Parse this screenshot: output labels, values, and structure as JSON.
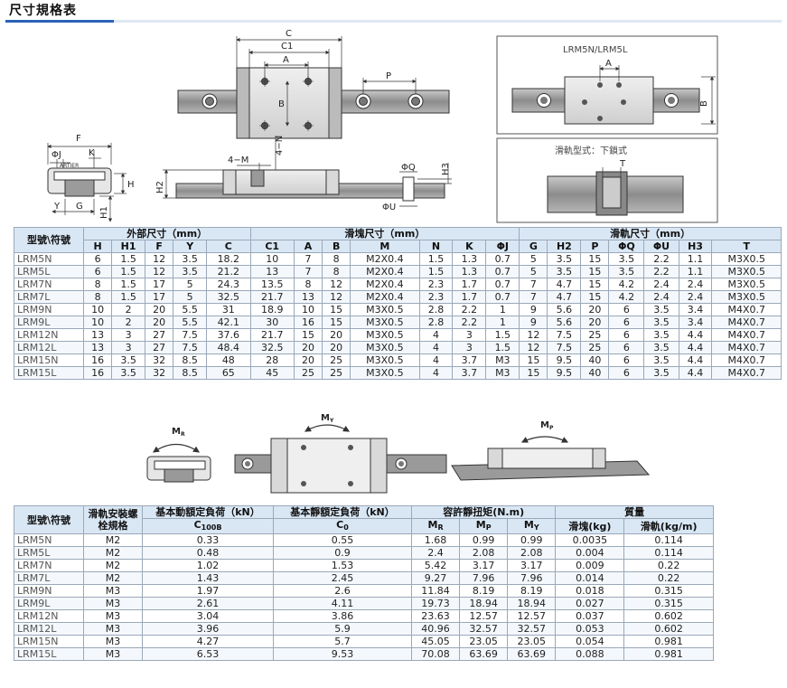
{
  "title": "尺寸規格表",
  "diagram": {
    "labels": {
      "c": "C",
      "c1": "C1",
      "a": "A",
      "p": "P",
      "b": "B",
      "f": "F",
      "phi_j": "ΦJ",
      "k": "K",
      "h": "H",
      "y": "Y",
      "g": "G",
      "h1": "H1",
      "four_m": "4−M",
      "four_n": "4−N",
      "h2": "H2",
      "phi_q": "ΦQ",
      "phi_u": "ΦU",
      "h3": "H3",
      "block_logo": "ARTIER",
      "variant_title": "LRM5N/LRM5L",
      "variant_a": "A",
      "variant_b": "B",
      "rail_type_title": "滑軌型式：下鎖式",
      "t": "T",
      "mr": "M",
      "mr_sub": "R",
      "my": "M",
      "my_sub": "Y",
      "mp": "M",
      "mp_sub": "P"
    }
  },
  "table1": {
    "corner": "型號\\符號",
    "groups": [
      "外部尺寸（mm）",
      "滑塊尺寸（mm）",
      "滑軌尺寸（mm）"
    ],
    "columns": [
      "H",
      "H1",
      "F",
      "Y",
      "C",
      "C1",
      "A",
      "B",
      "M",
      "N",
      "K",
      "ΦJ",
      "G",
      "H2",
      "P",
      "ΦQ",
      "ΦU",
      "H3",
      "T"
    ],
    "rows": [
      [
        "LRM5N",
        "6",
        "1.5",
        "12",
        "3.5",
        "18.2",
        "10",
        "7",
        "8",
        "M2X0.4",
        "1.5",
        "1.3",
        "0.7",
        "5",
        "3.5",
        "15",
        "3.5",
        "2.2",
        "1.1",
        "M3X0.5"
      ],
      [
        "LRM5L",
        "6",
        "1.5",
        "12",
        "3.5",
        "21.2",
        "13",
        "7",
        "8",
        "M2X0.4",
        "1.5",
        "1.3",
        "0.7",
        "5",
        "3.5",
        "15",
        "3.5",
        "2.2",
        "1.1",
        "M3X0.5"
      ],
      [
        "LRM7N",
        "8",
        "1.5",
        "17",
        "5",
        "24.3",
        "13.5",
        "8",
        "12",
        "M2X0.4",
        "2.3",
        "1.7",
        "0.7",
        "7",
        "4.7",
        "15",
        "4.2",
        "2.4",
        "2.4",
        "M3X0.5"
      ],
      [
        "LRM7L",
        "8",
        "1.5",
        "17",
        "5",
        "32.5",
        "21.7",
        "13",
        "12",
        "M2X0.4",
        "2.3",
        "1.7",
        "0.7",
        "7",
        "4.7",
        "15",
        "4.2",
        "2.4",
        "2.4",
        "M3X0.5"
      ],
      [
        "LRM9N",
        "10",
        "2",
        "20",
        "5.5",
        "31",
        "18.9",
        "10",
        "15",
        "M3X0.5",
        "2.8",
        "2.2",
        "1",
        "9",
        "5.6",
        "20",
        "6",
        "3.5",
        "3.4",
        "M4X0.7"
      ],
      [
        "LRM9L",
        "10",
        "2",
        "20",
        "5.5",
        "42.1",
        "30",
        "16",
        "15",
        "M3X0.5",
        "2.8",
        "2.2",
        "1",
        "9",
        "5.6",
        "20",
        "6",
        "3.5",
        "3.4",
        "M4X0.7"
      ],
      [
        "LRM12N",
        "13",
        "3",
        "27",
        "7.5",
        "37.6",
        "21.7",
        "15",
        "20",
        "M3X0.5",
        "4",
        "3",
        "1.5",
        "12",
        "7.5",
        "25",
        "6",
        "3.5",
        "4.4",
        "M4X0.7"
      ],
      [
        "LRM12L",
        "13",
        "3",
        "27",
        "7.5",
        "48.4",
        "32.5",
        "20",
        "20",
        "M3X0.5",
        "4",
        "3",
        "1.5",
        "12",
        "7.5",
        "25",
        "6",
        "3.5",
        "4.4",
        "M4X0.7"
      ],
      [
        "LRM15N",
        "16",
        "3.5",
        "32",
        "8.5",
        "48",
        "28",
        "20",
        "25",
        "M3X0.5",
        "4",
        "3.7",
        "M3",
        "15",
        "9.5",
        "40",
        "6",
        "3.5",
        "4.4",
        "M4X0.7"
      ],
      [
        "LRM15L",
        "16",
        "3.5",
        "32",
        "8.5",
        "65",
        "45",
        "25",
        "25",
        "M3X0.5",
        "4",
        "3.7",
        "M3",
        "15",
        "9.5",
        "40",
        "6",
        "3.5",
        "4.4",
        "M4X0.7"
      ]
    ]
  },
  "table2": {
    "corner": "型號\\符號",
    "bolt_header": "滑軌安裝螺栓規格",
    "dyn_header": "基本動額定負荷（kN）",
    "dyn_sym": "C",
    "dyn_sub": "100B",
    "stat_header": "基本靜額定負荷（kN）",
    "stat_sym": "C",
    "stat_sub": "0",
    "torque_header": "容許靜扭矩(N.m)",
    "mr": "M",
    "mr_sub": "R",
    "mp": "M",
    "mp_sub": "P",
    "my": "M",
    "my_sub": "Y",
    "mass_header": "質量",
    "block_kg": "滑塊(kg)",
    "rail_kgm": "滑軌(kg/m)",
    "rows": [
      [
        "LRM5N",
        "M2",
        "0.33",
        "0.55",
        "1.68",
        "0.99",
        "0.99",
        "0.0035",
        "0.114"
      ],
      [
        "LRM5L",
        "M2",
        "0.48",
        "0.9",
        "2.4",
        "2.08",
        "2.08",
        "0.004",
        "0.114"
      ],
      [
        "LRM7N",
        "M2",
        "1.02",
        "1.53",
        "5.42",
        "3.17",
        "3.17",
        "0.009",
        "0.22"
      ],
      [
        "LRM7L",
        "M2",
        "1.43",
        "2.45",
        "9.27",
        "7.96",
        "7.96",
        "0.014",
        "0.22"
      ],
      [
        "LRM9N",
        "M3",
        "1.97",
        "2.6",
        "11.84",
        "8.19",
        "8.19",
        "0.018",
        "0.315"
      ],
      [
        "LRM9L",
        "M3",
        "2.61",
        "4.11",
        "19.73",
        "18.94",
        "18.94",
        "0.027",
        "0.315"
      ],
      [
        "LRM12N",
        "M3",
        "3.04",
        "3.86",
        "23.63",
        "12.57",
        "12.57",
        "0.037",
        "0.602"
      ],
      [
        "LRM12L",
        "M3",
        "3.96",
        "5.9",
        "40.96",
        "32.57",
        "32.57",
        "0.053",
        "0.602"
      ],
      [
        "LRM15N",
        "M3",
        "4.27",
        "5.7",
        "45.05",
        "23.05",
        "23.05",
        "0.054",
        "0.981"
      ],
      [
        "LRM15L",
        "M3",
        "6.53",
        "9.53",
        "70.08",
        "63.69",
        "63.69",
        "0.088",
        "0.981"
      ]
    ]
  },
  "colors": {
    "accent": "#2a63b8",
    "header_bg": "#d9e7f5",
    "block": "#dcdcdc",
    "rail": "#9a9a9a"
  }
}
